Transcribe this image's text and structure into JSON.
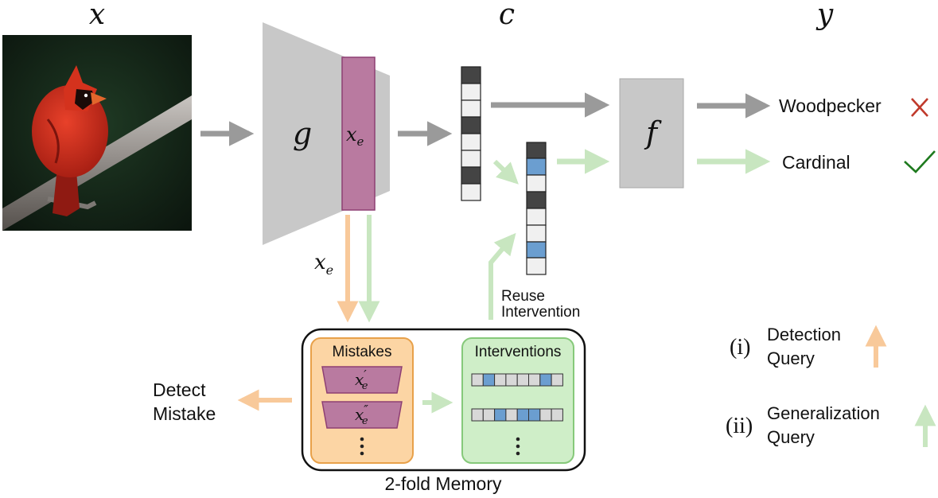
{
  "header": {
    "x": "x",
    "c": "c",
    "y": "y"
  },
  "image": {
    "subject": "red cardinal bird perched on a branch"
  },
  "encoder": {
    "g": "g",
    "xe": "x",
    "xe_sub": "e"
  },
  "predictor": {
    "f": "f"
  },
  "outputs": {
    "wrong": "Woodpecker",
    "correct": "Cardinal"
  },
  "side_label": {
    "x": "x",
    "sub": "e"
  },
  "reuse": {
    "line1": "Reuse",
    "line2": "Intervention"
  },
  "memory": {
    "caption": "2-fold Memory",
    "mistakes": {
      "title": "Mistakes",
      "item1": "x",
      "item1_sup": "′",
      "item1_sub": "e",
      "item2": "x",
      "item2_sup": "″",
      "item2_sub": "e"
    },
    "interventions": {
      "title": "Interventions"
    }
  },
  "detect": {
    "line1": "Detect",
    "line2": "Mistake"
  },
  "legend": {
    "q1_num": "(i)",
    "q1_line1": "Detection",
    "q1_line2": "Query",
    "q2_num": "(ii)",
    "q2_line1": "Generalization",
    "q2_line2": "Query"
  },
  "colors": {
    "gray_arrow": "#9a9a9a",
    "green_arrow": "#c8e6c0",
    "orange_arrow": "#f8c99a",
    "encoder": "#c8c8c8",
    "bottleneck": "#b97aa0",
    "bottleneck_edge": "#8e3f73",
    "mistakes_fill": "#fcd5a4",
    "mistakes_edge": "#e8a14a",
    "interventions_fill": "#cfeec8",
    "interventions_edge": "#86c97a",
    "cell_dark": "#444444",
    "cell_blue": "#6b9ed0",
    "cell_light": "#f0f0f0",
    "cross": "#c0392b",
    "check": "#1e7a1e"
  },
  "icons": [
    "cross-icon",
    "check-icon",
    "vertical-ellipsis-icon"
  ]
}
